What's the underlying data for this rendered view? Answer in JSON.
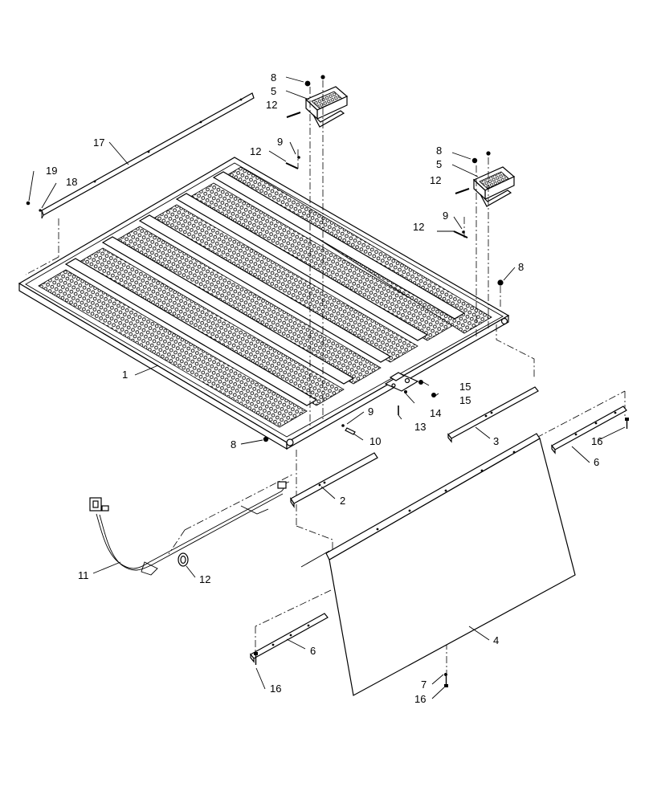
{
  "diagram": {
    "callouts": [
      {
        "id": "c8a",
        "text": "8"
      },
      {
        "id": "c5a",
        "text": "5"
      },
      {
        "id": "c12a",
        "text": "12"
      },
      {
        "id": "c9a",
        "text": "9"
      },
      {
        "id": "c12b",
        "text": "12"
      },
      {
        "id": "c17",
        "text": "17"
      },
      {
        "id": "c19",
        "text": "19"
      },
      {
        "id": "c18",
        "text": "18"
      },
      {
        "id": "c8b",
        "text": "8"
      },
      {
        "id": "c5b",
        "text": "5"
      },
      {
        "id": "c12c",
        "text": "12"
      },
      {
        "id": "c9b",
        "text": "9"
      },
      {
        "id": "c12d",
        "text": "12"
      },
      {
        "id": "c8c",
        "text": "8"
      },
      {
        "id": "c1",
        "text": "1"
      },
      {
        "id": "c15a",
        "text": "15"
      },
      {
        "id": "c15b",
        "text": "15"
      },
      {
        "id": "c14",
        "text": "14"
      },
      {
        "id": "c13",
        "text": "13"
      },
      {
        "id": "c9c",
        "text": "9"
      },
      {
        "id": "c10",
        "text": "10"
      },
      {
        "id": "c8d",
        "text": "8"
      },
      {
        "id": "c3",
        "text": "3"
      },
      {
        "id": "c16a",
        "text": "16"
      },
      {
        "id": "c6a",
        "text": "6"
      },
      {
        "id": "c2",
        "text": "2"
      },
      {
        "id": "c11",
        "text": "11"
      },
      {
        "id": "c12e",
        "text": "12"
      },
      {
        "id": "c6b",
        "text": "6"
      },
      {
        "id": "c4",
        "text": "4"
      },
      {
        "id": "c16b",
        "text": "16"
      },
      {
        "id": "c7",
        "text": "7"
      },
      {
        "id": "c16c",
        "text": "16"
      }
    ]
  }
}
